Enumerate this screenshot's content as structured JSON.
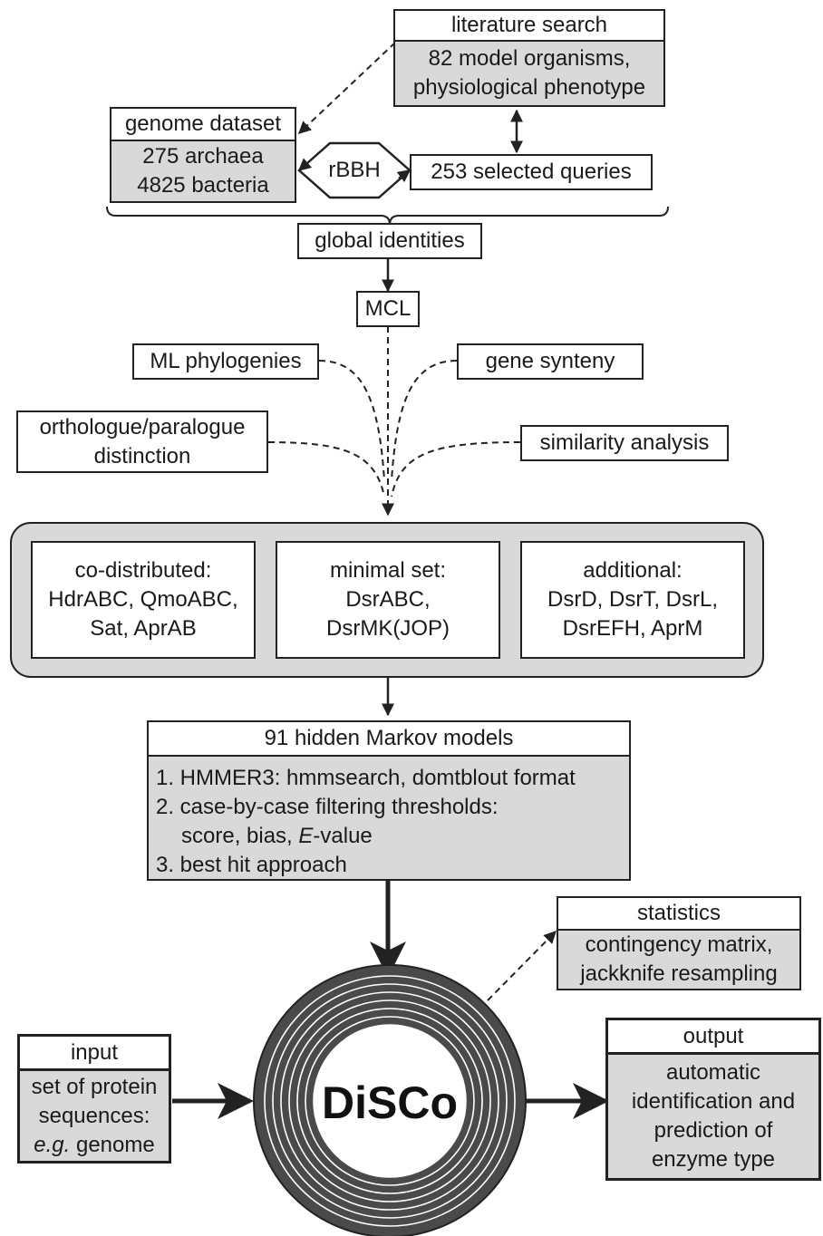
{
  "literature_search": {
    "title": "literature search",
    "lines": [
      "82 model organisms,",
      "physiological phenotype"
    ]
  },
  "genome_dataset": {
    "title": "genome dataset",
    "lines": [
      "275 archaea",
      "4825 bacteria"
    ]
  },
  "rbbh_label": "rBBH",
  "selected_queries": "253 selected queries",
  "global_identities": "global identities",
  "mcl": "MCL",
  "ml_phylogenies": "ML phylogenies",
  "gene_synteny": "gene synteny",
  "orthologue_distinction": [
    "orthologue/paralogue",
    "distinction"
  ],
  "similarity_analysis": "similarity analysis",
  "groups": {
    "co_distributed": [
      "co-distributed:",
      "HdrABC, QmoABC,",
      "Sat, AprAB"
    ],
    "minimal_set": [
      "minimal set:",
      "DsrABC,",
      "DsrMK(JOP)"
    ],
    "additional": [
      "additional:",
      "DsrD, DsrT, DsrL,",
      "DsrEFH, AprM"
    ]
  },
  "hmm": {
    "title": "91 hidden Markov models",
    "items": [
      "1. HMMER3: hmmsearch, domtblout format",
      "2. case-by-case filtering thresholds:",
      "score, bias, E-value",
      "3. best hit approach"
    ]
  },
  "statistics": {
    "title": "statistics",
    "lines": [
      "contingency matrix,",
      "jackknife resampling"
    ]
  },
  "input": {
    "title": "input",
    "lines": [
      "set of protein",
      "sequences:",
      "e.g. genome"
    ]
  },
  "output": {
    "title": "output",
    "lines": [
      "automatic",
      "identification and",
      "prediction of",
      "enzyme type"
    ]
  },
  "disco_label": "DiSCo",
  "colors": {
    "fill_gray": "#d9d9d9",
    "ring_dark": "#4a4a4a",
    "stroke": "#222222"
  }
}
